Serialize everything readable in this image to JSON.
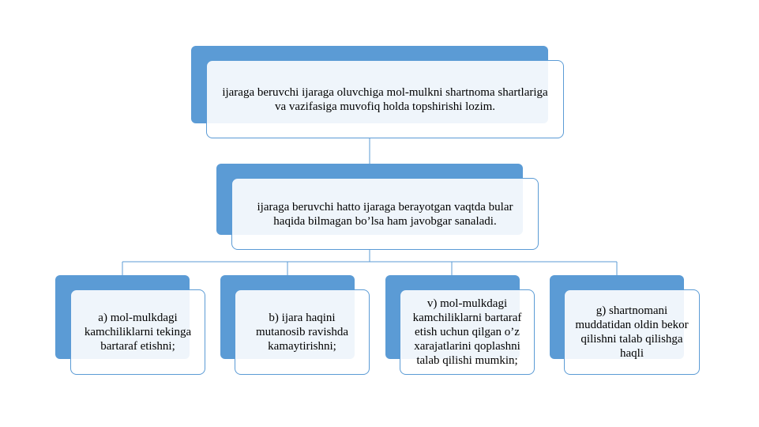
{
  "diagram": {
    "root": {
      "text": "ijaraga beruvchi ijaraga oluvchiga mol-mulkni shartnoma shartlariga va vazifasiga muvofiq holda topshirishi lozim."
    },
    "middle": {
      "text": "ijaraga beruvchi hatto ijaraga berayotgan vaqtda bular haqida bilmagan bo’lsa ham javobgar sanaladi."
    },
    "leaves": [
      {
        "text": "a) mol-mulkdagi kamchiliklarni tekinga bartaraf etishni;"
      },
      {
        "text": "b) ijara haqini mutanosib ravishda kamaytirishni;"
      },
      {
        "text": "v) mol-mulkdagi kamchiliklarni bartaraf etish uchun qilgan o’z xarajatlarini qoplashni talab qilishi mumkin;"
      },
      {
        "text": "g) shartnomani muddatidan oldin bekor qilishni talab qilishga haqli"
      }
    ],
    "colors": {
      "accent": "#5b9bd5",
      "border": "#5b9bd5",
      "text": "#000000"
    }
  }
}
